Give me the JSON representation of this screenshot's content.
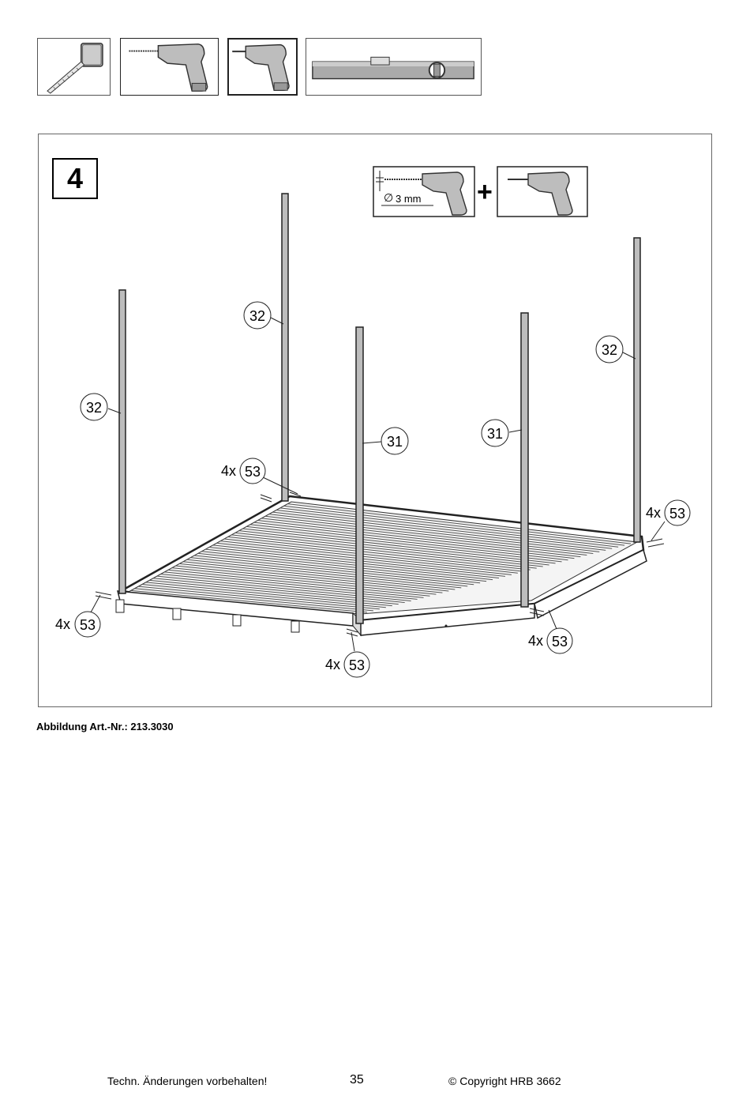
{
  "tools": [
    {
      "icon": "tape-measure-icon"
    },
    {
      "icon": "drill-icon"
    },
    {
      "icon": "screwdriver-icon"
    },
    {
      "icon": "spirit-level-icon"
    }
  ],
  "step": {
    "number": "4"
  },
  "drill_spec": {
    "diameter": "3 mm",
    "plus": "+"
  },
  "callouts": {
    "post_32": "32",
    "post_31": "31",
    "screw_53": "53",
    "qty_4x": "4x"
  },
  "caption": "Abbildung Art.-Nr.: 213.3030",
  "footer": {
    "left": "Techn. Änderungen vorbehalten!",
    "page": "35",
    "right": "© Copyright HRB 3662"
  }
}
